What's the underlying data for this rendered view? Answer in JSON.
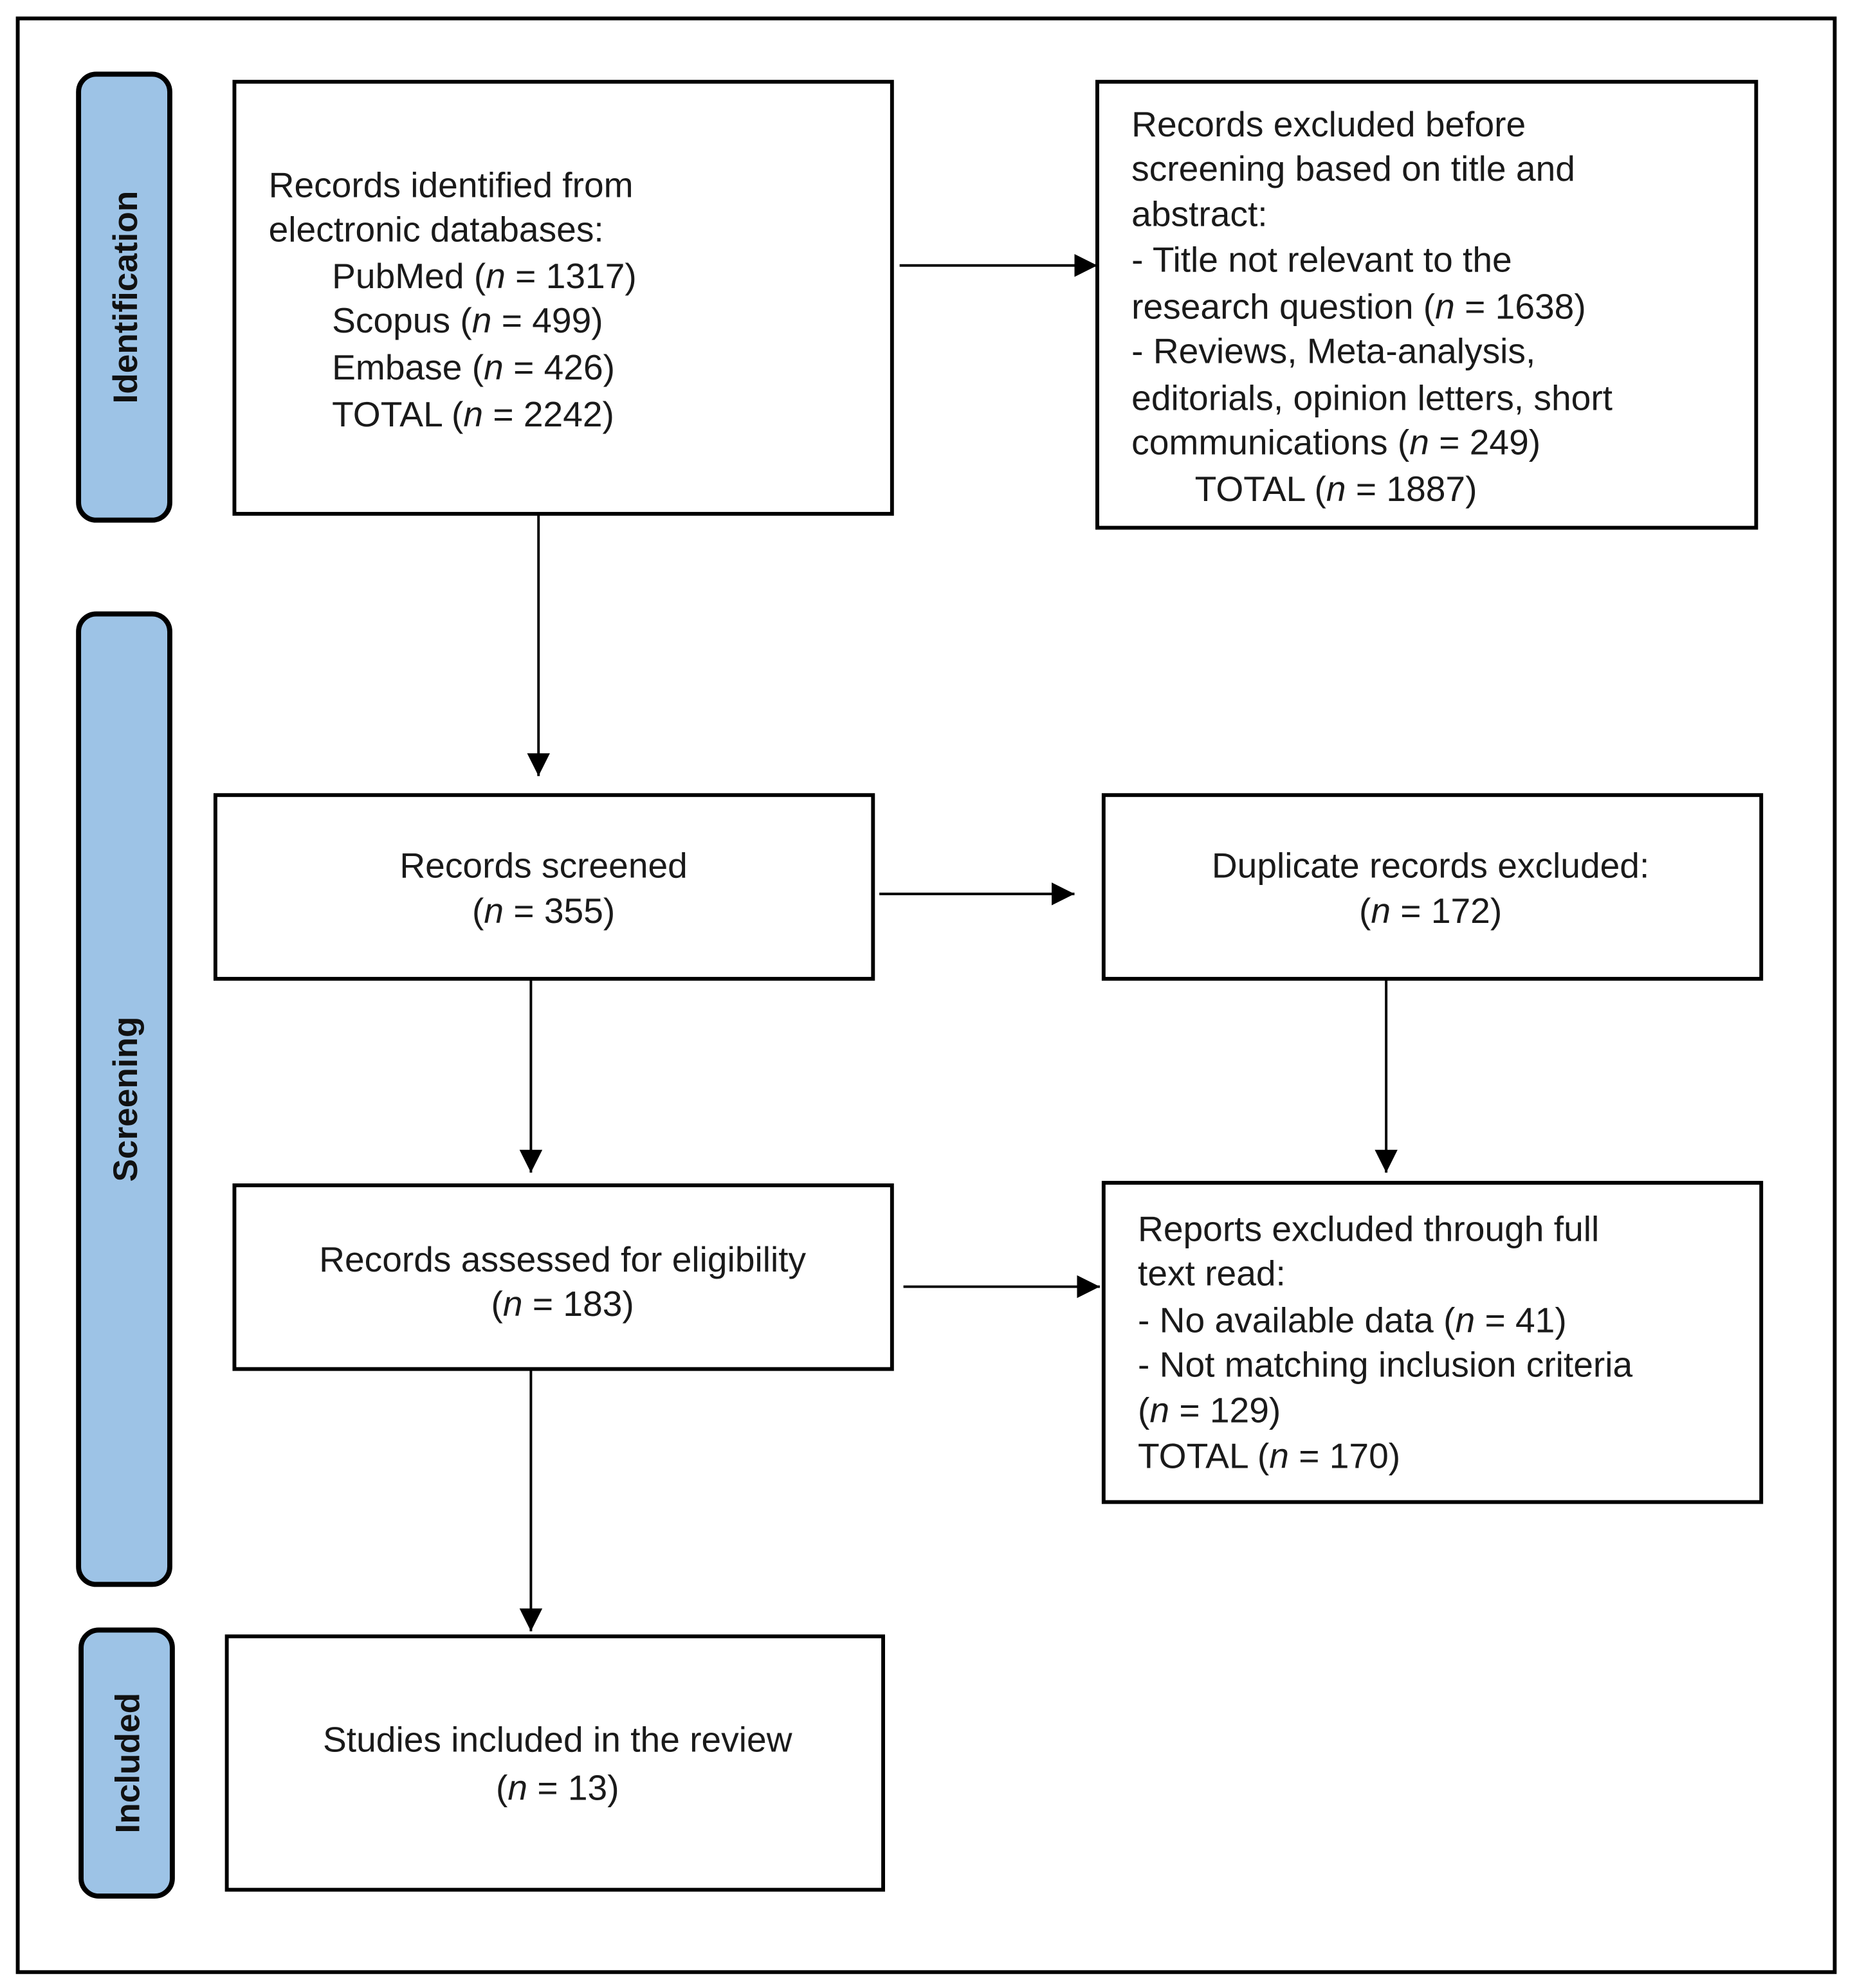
{
  "stages": {
    "identification": "Identification",
    "screening": "Screening",
    "included": "Included"
  },
  "colors": {
    "stage_fill": "#9dc3e6",
    "border": "#000000"
  },
  "identified": {
    "lines": [
      "Records identified from",
      "electronic databases:"
    ],
    "items": [
      {
        "pre": "PubMed (",
        "n": "n",
        "post": " = 1317)"
      },
      {
        "pre": "Scopus (",
        "n": "n",
        "post": " = 499)"
      },
      {
        "pre": "Embase (",
        "n": "n",
        "post": " = 426)"
      },
      {
        "pre": "TOTAL (",
        "n": "n",
        "post": " = 2242)"
      }
    ]
  },
  "excluded_before": {
    "lines": [
      "Records excluded before",
      "screening based on title and",
      "abstract:",
      "- Title not relevant to the"
    ],
    "l5": {
      "pre": "research question (",
      "n": "n",
      "post": " = 1638)"
    },
    "l6": "- Reviews, Meta-analysis,",
    "l7": "editorials, opinion letters, short",
    "l8": {
      "pre": "communications (",
      "n": "n",
      "post": " = 249)"
    },
    "total": {
      "pre": "TOTAL (",
      "n": "n",
      "post": " = 1887)"
    }
  },
  "screened": {
    "title": "Records screened",
    "count": {
      "pre": "(",
      "n": "n",
      "post": " = 355)"
    }
  },
  "duplicates": {
    "title": "Duplicate records excluded:",
    "count": {
      "pre": "(",
      "n": "n",
      "post": " = 172)"
    }
  },
  "eligibility": {
    "title": "Records assessed for eligibility",
    "count": {
      "pre": "(",
      "n": "n",
      "post": " = 183)"
    }
  },
  "reports_excluded": {
    "lines": [
      "Reports excluded through full",
      "text read:"
    ],
    "l3": {
      "pre": "- No available data (",
      "n": "n",
      "post": " = 41)"
    },
    "l4": "- Not matching inclusion criteria",
    "l5": {
      "pre": "(",
      "n": "n",
      "post": " = 129)"
    },
    "total": {
      "pre": "TOTAL (",
      "n": "n",
      "post": " = 170)"
    }
  },
  "included": {
    "title": "Studies included in the review",
    "count": {
      "pre": "(",
      "n": "n",
      "post": " = 13)"
    }
  }
}
